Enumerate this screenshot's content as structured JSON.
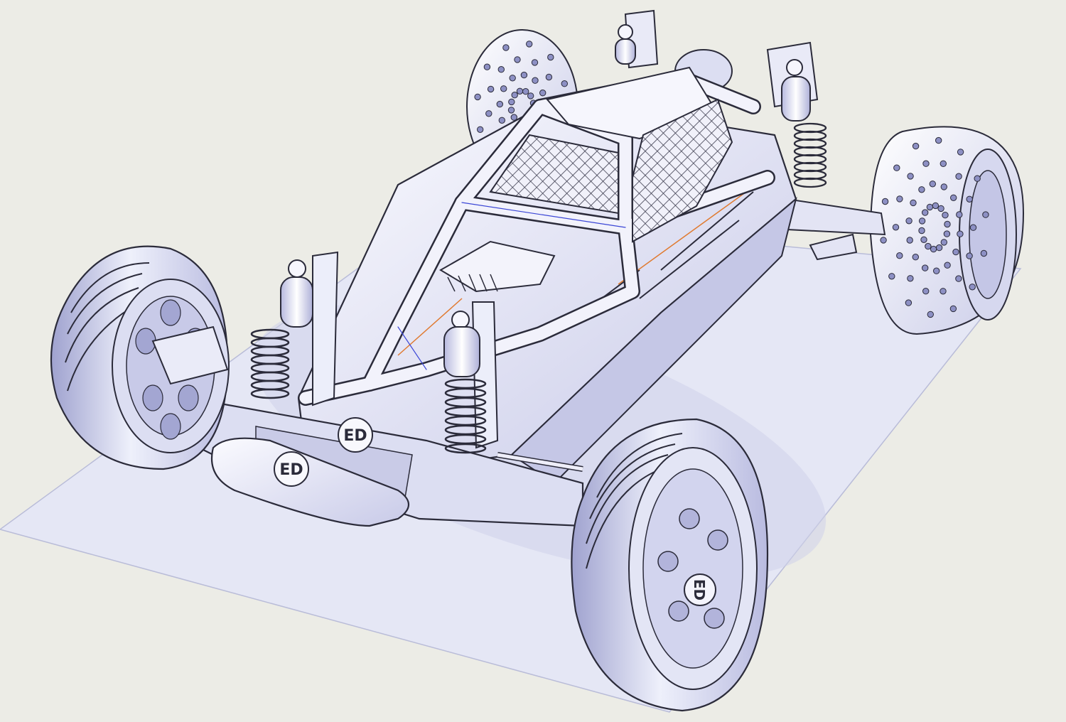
{
  "scene": {
    "subject": "rc-buggy-render",
    "colors": {
      "paper": "#ecece6",
      "ground": "#e4e6f4",
      "body_light": "#f6f6fb",
      "body_mid": "#d2d3ec",
      "body_shadow": "#a9abd2",
      "outline": "#2b2b3a",
      "accent_blue": "#3b46d6",
      "accent_orange": "#e07a30"
    }
  },
  "logos": {
    "front_bumper": "ED",
    "front_plate": "ED",
    "front_right_hub": "ED"
  },
  "parts": {
    "icons": [
      "roll-cage-icon",
      "mesh-window-icon",
      "coilover-shock-icon",
      "spiked-rear-tire-icon",
      "ribbed-front-tire-icon",
      "wheel-hub-icon",
      "front-bumper-icon"
    ]
  }
}
